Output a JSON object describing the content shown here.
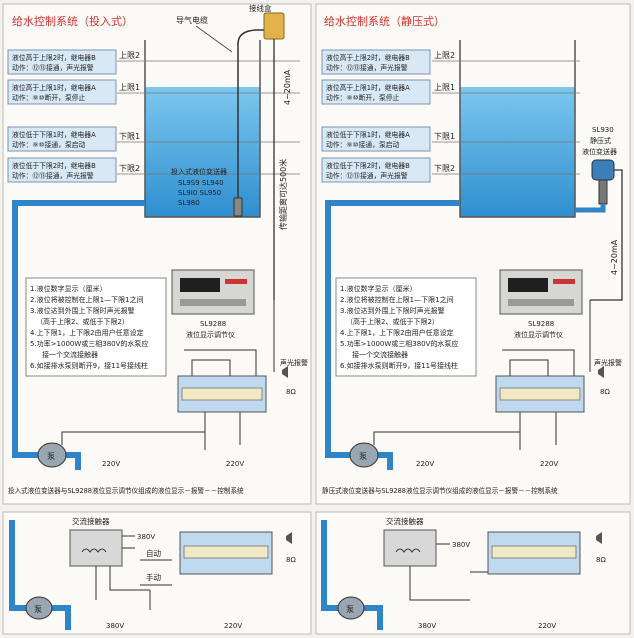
{
  "left": {
    "title": "给水控制系统（投入式）",
    "cable_label": "导气电缆",
    "junction_label": "接线盒",
    "levels": [
      "上限2",
      "上限1",
      "下限1",
      "下限2"
    ],
    "notes": [
      [
        "液位高于上限2时，继电器B",
        "动作：⑫⑬接通，声光报警"
      ],
      [
        "液位高于上限1时，继电器A",
        "动作：⑨⑩断开，泵停止"
      ],
      [
        "液位低于下限1时，继电器A",
        "动作：⑨⑩接通，泵启动"
      ],
      [
        "液位低于下限2时，继电器B",
        "动作：⑫⑬接通，声光报警"
      ]
    ],
    "sensor_lines": [
      "投入式液位变送器",
      "SL9S9 SL940",
      "SL9I0 SL950",
      "SL980"
    ],
    "range_label": "4~20mA",
    "distance_label": "传输距离可达500米",
    "caption": "投入式液位变送器与SL9288液位显示调节仪组成的液位显示－报警－－控制系统"
  },
  "right": {
    "title": "给水控制系统（静压式）",
    "levels": [
      "上限2",
      "上限1",
      "下限1",
      "下限2"
    ],
    "notes": [
      [
        "液位高于上限2时，继电器B",
        "动作：⑫⑬接通，声光报警"
      ],
      [
        "液位高于上限1时，继电器A",
        "动作：⑨⑩断开，泵停止"
      ],
      [
        "液位低于下限1时，继电器A",
        "动作：⑨⑩接通，泵启动"
      ],
      [
        "液位低于下限2时，继电器B",
        "动作：⑫⑬接通，声光报警"
      ]
    ],
    "sensor_lines": [
      "SL930",
      "静压式",
      "液位变送器"
    ],
    "range_label": "4~20mA",
    "caption": "静压式液位变送器与SL9288液位显示调节仪组成的液位显示－报警－－控制系统"
  },
  "features": [
    "1.液位数字显示（厘米）",
    "2.液位将被控制在上限1—下限1之间",
    "3.液位达到外围上下限时声光报警",
    "（高于上限2、或低于下限2）",
    "4.上下限1，上下限2由用户任意设定",
    "5.功率>1000W或三相380V的水泵应",
    "接一个交流接触器",
    "6.如接排水泵则断开9，接11号接线柱"
  ],
  "instrument": {
    "model": "SL9288",
    "name": "液位显示调节仪"
  },
  "speaker_label": "声光报警",
  "ohm_label": "8Ω",
  "pump_label": "泵",
  "voltage_220": "220V",
  "voltage_380": "380V",
  "contactor_label": "交流接触器",
  "auto_label": "自动",
  "manual_label": "手动",
  "colors": {
    "water": "#4aa9dd",
    "pipe": "#2e86c9",
    "note_bg": "#d9e8f5",
    "title_red": "#d0312d"
  }
}
